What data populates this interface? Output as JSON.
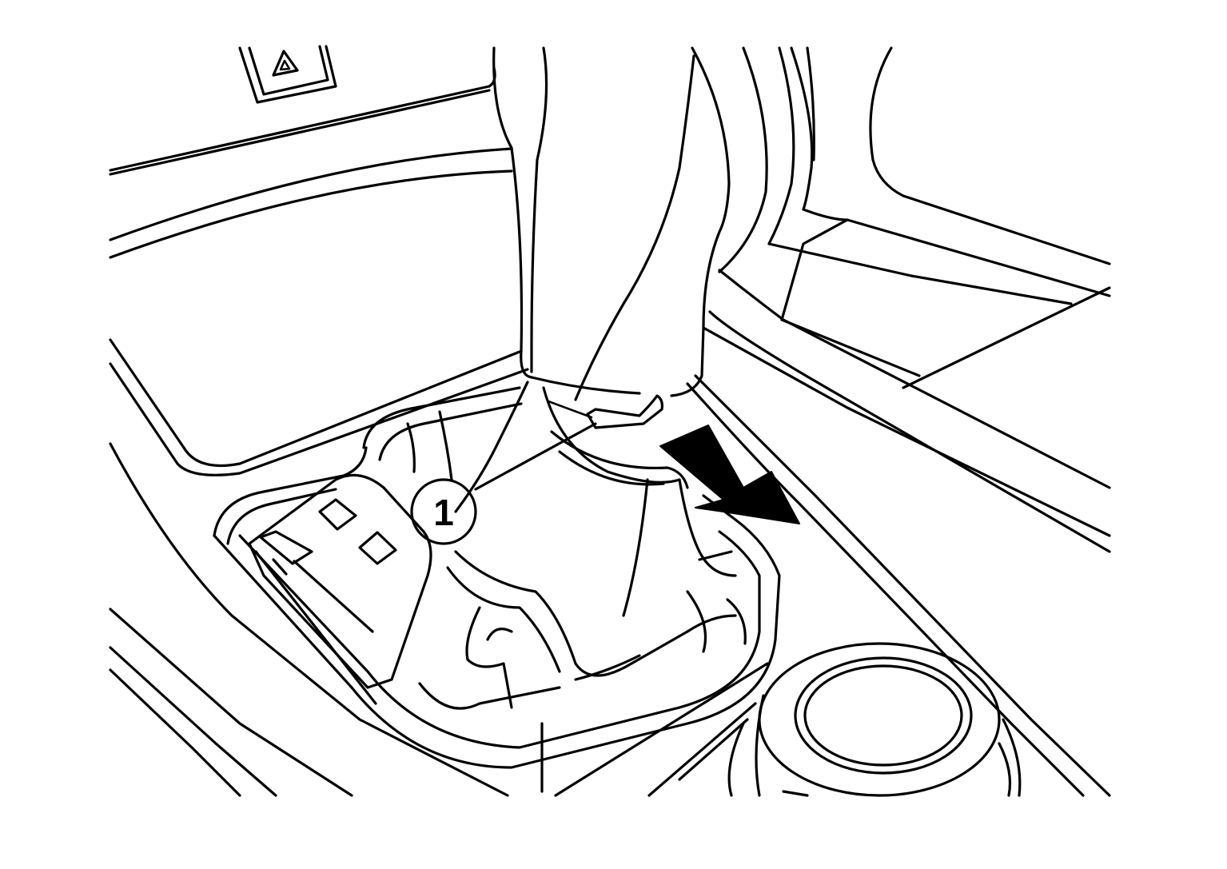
{
  "callouts": [
    {
      "id": "1",
      "label": "1",
      "target": "shift-boot-clip"
    }
  ],
  "arrow": {
    "meaning": "pull direction",
    "color": "#000000"
  },
  "colors": {
    "line": "#000000",
    "background": "#ffffff"
  },
  "icons": [
    "hazard-switch-icon",
    "pull-direction-arrow-icon"
  ]
}
